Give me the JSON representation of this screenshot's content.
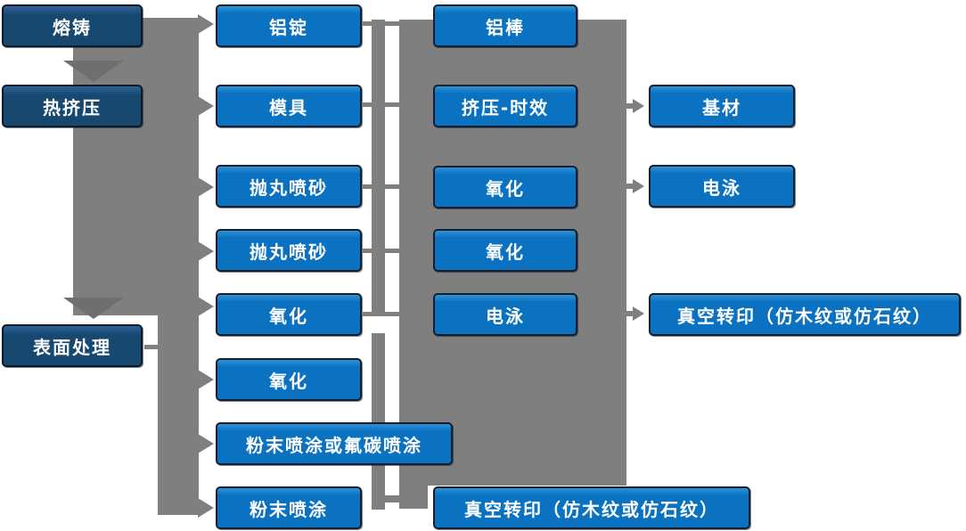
{
  "diagram": {
    "type": "flowchart",
    "title": "",
    "nodes": [
      {
        "id": "melt-casting",
        "label": "熔铸",
        "kind": "primary",
        "column": 1,
        "row": 1
      },
      {
        "id": "hot-extrusion",
        "label": "热挤压",
        "kind": "primary",
        "column": 1,
        "row": 2
      },
      {
        "id": "surface-treatment",
        "label": "表面处理",
        "kind": "primary",
        "column": 1,
        "row": 6
      },
      {
        "id": "aluminum-ingot",
        "label": "铝锭",
        "kind": "process",
        "column": 2,
        "row": 1
      },
      {
        "id": "mold",
        "label": "模具",
        "kind": "process",
        "column": 2,
        "row": 2
      },
      {
        "id": "shot-blasting-1",
        "label": "抛丸喷砂",
        "kind": "process",
        "column": 2,
        "row": 3
      },
      {
        "id": "shot-blasting-2",
        "label": "抛丸喷砂",
        "kind": "process",
        "column": 2,
        "row": 4
      },
      {
        "id": "oxidation-a",
        "label": "氧化",
        "kind": "process",
        "column": 2,
        "row": 5
      },
      {
        "id": "oxidation-b",
        "label": "氧化",
        "kind": "process",
        "column": 2,
        "row": 6
      },
      {
        "id": "powder-or-fluorocarbon-coating",
        "label": "粉末喷涂或氟碳喷涂",
        "kind": "process",
        "column": 2,
        "row": 7
      },
      {
        "id": "powder-coating",
        "label": "粉末喷涂",
        "kind": "process",
        "column": 2,
        "row": 8
      },
      {
        "id": "aluminum-rod",
        "label": "铝棒",
        "kind": "process",
        "column": 3,
        "row": 1
      },
      {
        "id": "extrusion-aging",
        "label": "挤压-时效",
        "kind": "process",
        "column": 3,
        "row": 2
      },
      {
        "id": "oxidation-c",
        "label": "氧化",
        "kind": "process",
        "column": 3,
        "row": 3
      },
      {
        "id": "oxidation-d",
        "label": "氧化",
        "kind": "process",
        "column": 3,
        "row": 4
      },
      {
        "id": "electrophoresis-a",
        "label": "电泳",
        "kind": "process",
        "column": 3,
        "row": 5
      },
      {
        "id": "vacuum-transfer-a",
        "label": "真空转印（仿木纹或仿石纹）",
        "kind": "process",
        "column": 3,
        "row": 8
      },
      {
        "id": "base-material",
        "label": "基材",
        "kind": "process",
        "column": 4,
        "row": 2
      },
      {
        "id": "electrophoresis-b",
        "label": "电泳",
        "kind": "process",
        "column": 4,
        "row": 3
      },
      {
        "id": "vacuum-transfer-b",
        "label": "真空转印（仿木纹或仿石纹）",
        "kind": "process",
        "column": 4,
        "row": 5
      }
    ],
    "edges": [
      {
        "from": "melt-casting",
        "to": "aluminum-ingot"
      },
      {
        "from": "melt-casting",
        "to": "hot-extrusion"
      },
      {
        "from": "hot-extrusion",
        "to": "mold"
      },
      {
        "from": "hot-extrusion",
        "to": "shot-blasting-1"
      },
      {
        "from": "hot-extrusion",
        "to": "shot-blasting-2"
      },
      {
        "from": "hot-extrusion",
        "to": "oxidation-a"
      },
      {
        "from": "hot-extrusion",
        "to": "surface-treatment"
      },
      {
        "from": "surface-treatment",
        "to": "oxidation-b"
      },
      {
        "from": "surface-treatment",
        "to": "powder-or-fluorocarbon-coating"
      },
      {
        "from": "surface-treatment",
        "to": "powder-coating"
      },
      {
        "from": "aluminum-ingot",
        "to": "aluminum-rod"
      },
      {
        "from": "mold",
        "to": "extrusion-aging"
      },
      {
        "from": "shot-blasting-1",
        "to": "oxidation-c"
      },
      {
        "from": "shot-blasting-2",
        "to": "oxidation-d"
      },
      {
        "from": "oxidation-a",
        "to": "electrophoresis-a"
      },
      {
        "from": "powder-coating",
        "to": "vacuum-transfer-a"
      },
      {
        "from": "extrusion-aging",
        "to": "base-material"
      },
      {
        "from": "oxidation-c",
        "to": "electrophoresis-b"
      },
      {
        "from": "electrophoresis-a",
        "to": "vacuum-transfer-b"
      }
    ]
  },
  "colors": {
    "primary_box_blue": "#17486F",
    "process_box_blue": "#0B72C1",
    "box_border": "#131F2E",
    "connector_gray": "#7F7F7F",
    "text": "#FFFFFF"
  }
}
